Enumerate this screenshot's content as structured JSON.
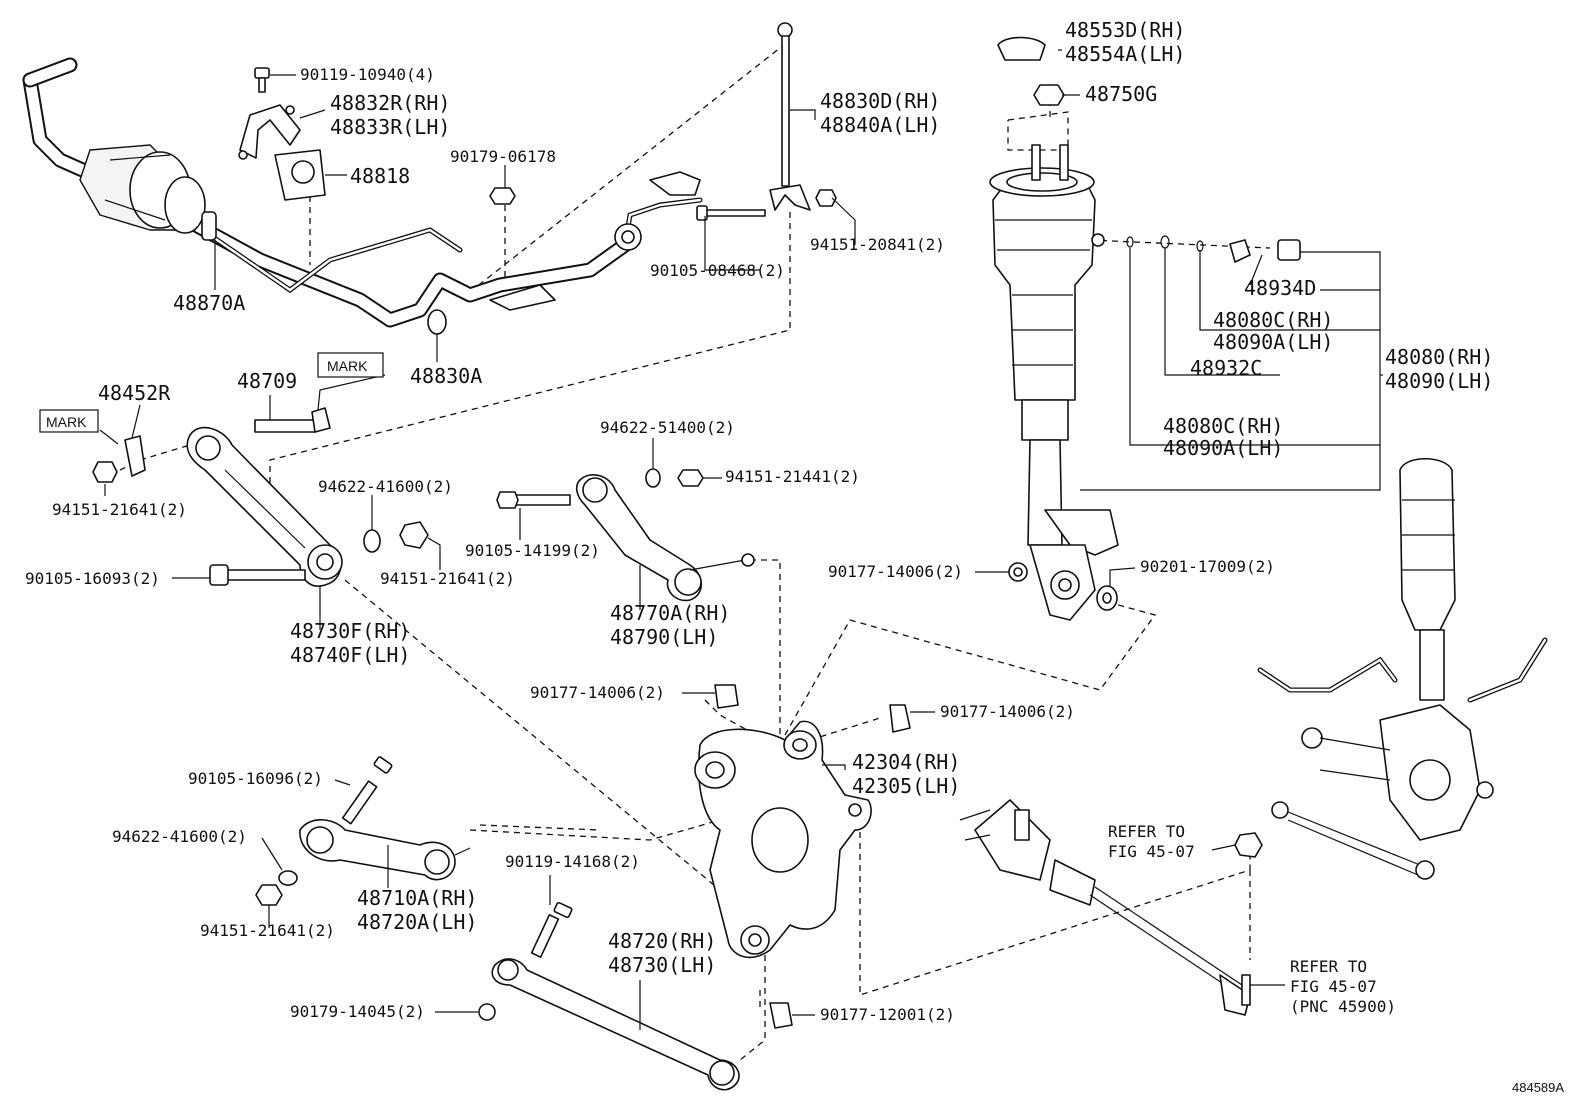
{
  "diagram": {
    "figure_code": "484589A",
    "labels": {
      "p48553": "48553D(RH)",
      "p48554": "48554A(LH)",
      "p48750": "48750G",
      "p90119_10940": "90119-10940(4)",
      "p48832": "48832R(RH)",
      "p48833": "48833R(LH)",
      "p48818": "48818",
      "p90179_06178": "90179-06178",
      "p48830d": "48830D(RH)",
      "p48840a": "48840A(LH)",
      "p94151_20841": "94151-20841(2)",
      "p90105_08468": "90105-08468(2)",
      "p48870a": "48870A",
      "p48830a": "48830A",
      "p48934d": "48934D",
      "p48080c_1": "48080C(RH)",
      "p48090a_1": "48090A(LH)",
      "p48932c": "48932C",
      "p48080": "48080(RH)",
      "p48090": "48090(LH)",
      "p48080c_2": "48080C(RH)",
      "p48090a_2": "48090A(LH)",
      "p48452r": "48452R",
      "p48709": "48709",
      "mark1": "MARK",
      "mark2": "MARK",
      "p94151_21641_a": "94151-21641(2)",
      "p94622_51400": "94622-51400(2)",
      "p94151_21441": "94151-21441(2)",
      "p94622_41600_a": "94622-41600(2)",
      "p90105_14199": "90105-14199(2)",
      "p94151_21641_b": "94151-21641(2)",
      "p90105_16093": "90105-16093(2)",
      "p48730f": "48730F(RH)",
      "p48740f": "48740F(LH)",
      "p48770a": "48770A(RH)",
      "p48790": "48790(LH)",
      "p90177_14006_a": "90177-14006(2)",
      "p90201_17009": "90201-17009(2)",
      "p90177_14006_b": "90177-14006(2)",
      "p90177_14006_c": "90177-14006(2)",
      "p42304": "42304(RH)",
      "p42305": "42305(LH)",
      "p90105_16096": "90105-16096(2)",
      "p94622_41600_b": "94622-41600(2)",
      "p48710a": "48710A(RH)",
      "p48720a": "48720A(LH)",
      "p94151_21641_c": "94151-21641(2)",
      "p90119_14168": "90119-14168(2)",
      "p48720": "48720(RH)",
      "p48730": "48730(LH)",
      "p90179_14045": "90179-14045(2)",
      "p90177_12001": "90177-12001(2)",
      "refer1_l1": "REFER TO",
      "refer1_l2": "FIG 45-07",
      "refer2_l1": "REFER TO",
      "refer2_l2": "FIG 45-07",
      "refer2_l3": "(PNC 45900)"
    }
  }
}
